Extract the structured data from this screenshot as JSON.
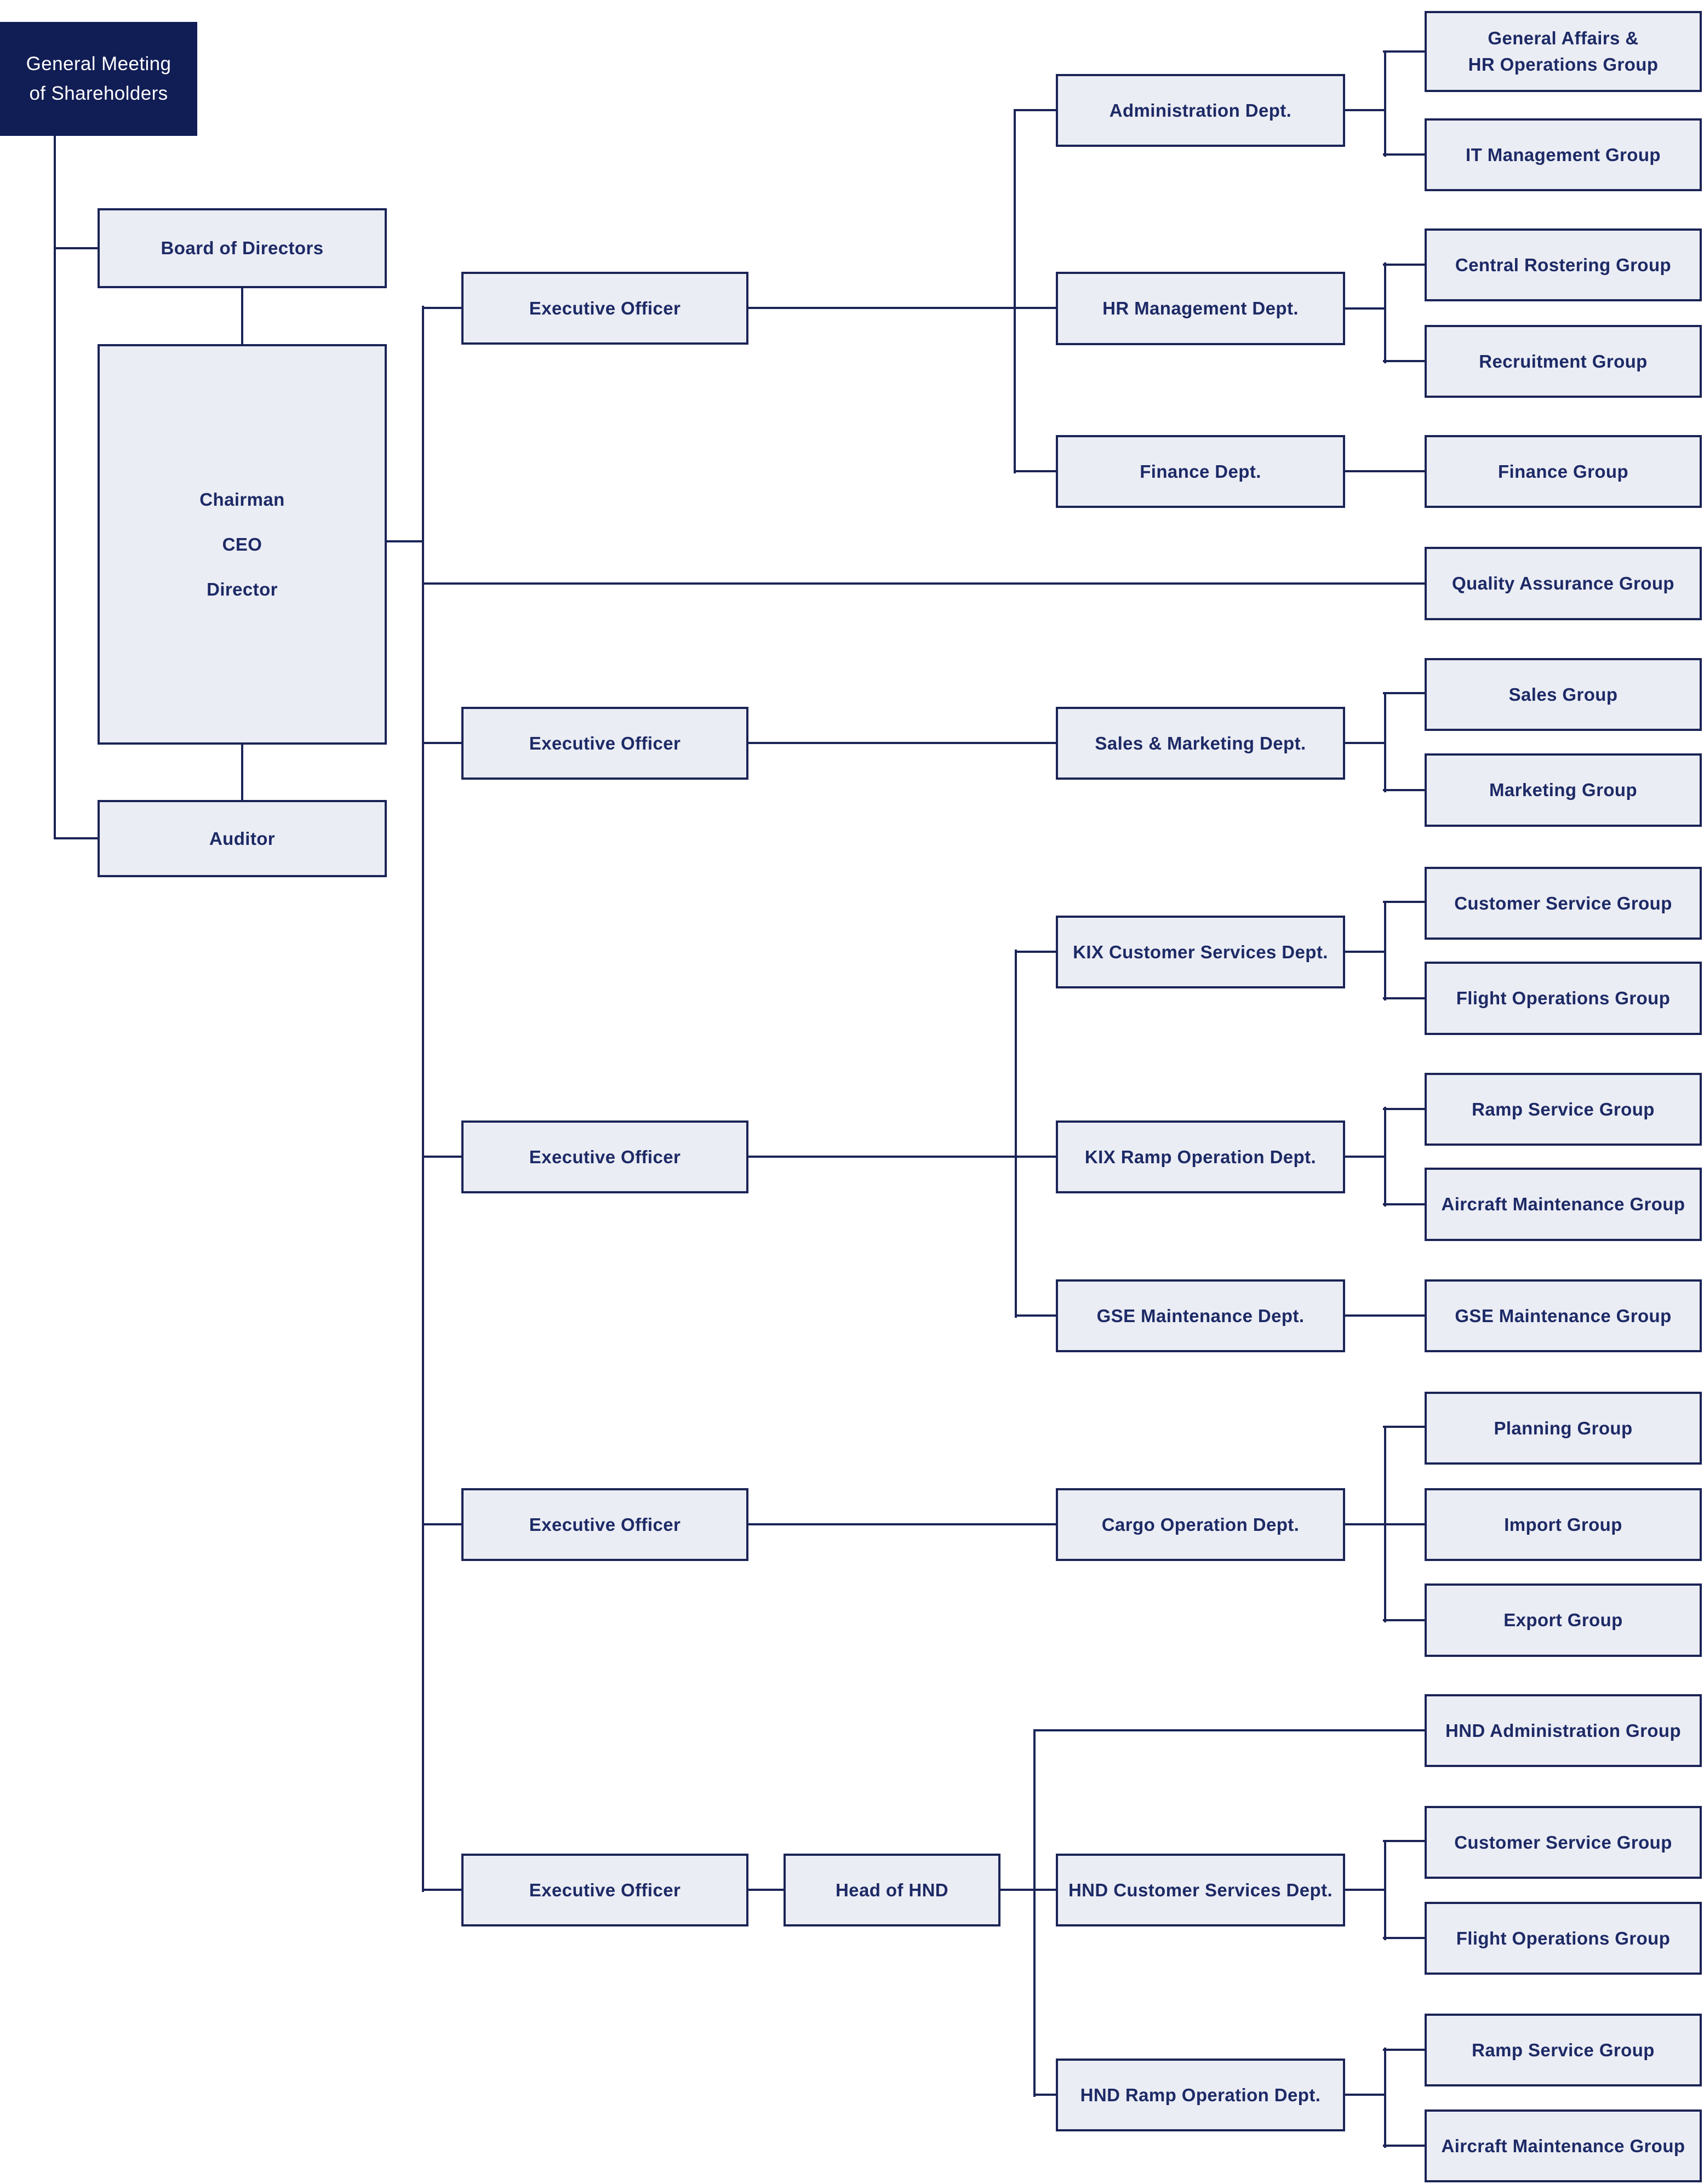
{
  "diagram": {
    "type": "org-chart",
    "colors": {
      "background": "#ffffff",
      "primary_navy_fill": "#111d55",
      "box_fill": "#ebedf4",
      "box_border": "#1b2456",
      "connector_line": "#1b2456",
      "box_text": "#1d2a66",
      "text_on_navy": "#ffffff"
    },
    "nodes": {
      "gms": {
        "label": "General Meeting\nof Shareholders"
      },
      "board": {
        "label": "Board of Directors"
      },
      "chairman": {
        "label": "Chairman\nCEO\nDirector"
      },
      "auditor": {
        "label": "Auditor"
      },
      "eo1": {
        "label": "Executive Officer"
      },
      "eo2": {
        "label": "Executive Officer"
      },
      "eo3": {
        "label": "Executive Officer"
      },
      "eo4": {
        "label": "Executive Officer"
      },
      "eo5": {
        "label": "Executive Officer"
      },
      "head_of_hnd": {
        "label": "Head of HND"
      },
      "dept_admin": {
        "label": "Administration Dept."
      },
      "dept_hr": {
        "label": "HR Management Dept."
      },
      "dept_finance": {
        "label": "Finance Dept."
      },
      "dept_sales_marketing": {
        "label": "Sales & Marketing Dept."
      },
      "dept_kix_customer": {
        "label": "KIX Customer Services Dept."
      },
      "dept_kix_ramp": {
        "label": "KIX Ramp Operation Dept."
      },
      "dept_gse": {
        "label": "GSE Maintenance Dept."
      },
      "dept_cargo": {
        "label": "Cargo Operation Dept."
      },
      "dept_hnd_customer": {
        "label": "HND Customer Services Dept."
      },
      "dept_hnd_ramp": {
        "label": "HND Ramp Operation Dept."
      },
      "grp_general_affairs_hr": {
        "label": "General Affairs &\nHR Operations Group"
      },
      "grp_it": {
        "label": "IT Management Group"
      },
      "grp_central_rostering": {
        "label": "Central Rostering Group"
      },
      "grp_recruitment": {
        "label": "Recruitment Group"
      },
      "grp_finance": {
        "label": "Finance Group"
      },
      "grp_quality_assurance": {
        "label": "Quality Assurance Group"
      },
      "grp_sales": {
        "label": "Sales Group"
      },
      "grp_marketing": {
        "label": "Marketing Group"
      },
      "grp_kix_customer_service": {
        "label": "Customer Service Group"
      },
      "grp_kix_flight_ops": {
        "label": "Flight Operations Group"
      },
      "grp_kix_ramp_service": {
        "label": "Ramp Service Group"
      },
      "grp_kix_aircraft_maint": {
        "label": "Aircraft Maintenance Group"
      },
      "grp_gse": {
        "label": "GSE Maintenance Group"
      },
      "grp_planning": {
        "label": "Planning Group"
      },
      "grp_import": {
        "label": "Import Group"
      },
      "grp_export": {
        "label": "Export Group"
      },
      "grp_hnd_admin": {
        "label": "HND Administration Group"
      },
      "grp_hnd_customer_service": {
        "label": "Customer Service Group"
      },
      "grp_hnd_flight_ops": {
        "label": "Flight Operations Group"
      },
      "grp_hnd_ramp_service": {
        "label": "Ramp Service Group"
      },
      "grp_hnd_aircraft_maint": {
        "label": "Aircraft Maintenance Group"
      }
    },
    "edges": [
      [
        "gms",
        "board"
      ],
      [
        "gms",
        "auditor"
      ],
      [
        "board",
        "chairman"
      ],
      [
        "chairman",
        "auditor"
      ],
      [
        "chairman",
        "eo1"
      ],
      [
        "chairman",
        "eo2"
      ],
      [
        "chairman",
        "eo3"
      ],
      [
        "chairman",
        "eo4"
      ],
      [
        "chairman",
        "eo5"
      ],
      [
        "chairman",
        "grp_quality_assurance"
      ],
      [
        "eo1",
        "dept_admin"
      ],
      [
        "eo1",
        "dept_hr"
      ],
      [
        "eo1",
        "dept_finance"
      ],
      [
        "eo2",
        "dept_sales_marketing"
      ],
      [
        "eo3",
        "dept_kix_customer"
      ],
      [
        "eo3",
        "dept_kix_ramp"
      ],
      [
        "eo3",
        "dept_gse"
      ],
      [
        "eo4",
        "dept_cargo"
      ],
      [
        "eo5",
        "head_of_hnd"
      ],
      [
        "head_of_hnd",
        "grp_hnd_admin"
      ],
      [
        "head_of_hnd",
        "dept_hnd_customer"
      ],
      [
        "head_of_hnd",
        "dept_hnd_ramp"
      ],
      [
        "dept_admin",
        "grp_general_affairs_hr"
      ],
      [
        "dept_admin",
        "grp_it"
      ],
      [
        "dept_hr",
        "grp_central_rostering"
      ],
      [
        "dept_hr",
        "grp_recruitment"
      ],
      [
        "dept_finance",
        "grp_finance"
      ],
      [
        "dept_sales_marketing",
        "grp_sales"
      ],
      [
        "dept_sales_marketing",
        "grp_marketing"
      ],
      [
        "dept_kix_customer",
        "grp_kix_customer_service"
      ],
      [
        "dept_kix_customer",
        "grp_kix_flight_ops"
      ],
      [
        "dept_kix_ramp",
        "grp_kix_ramp_service"
      ],
      [
        "dept_kix_ramp",
        "grp_kix_aircraft_maint"
      ],
      [
        "dept_gse",
        "grp_gse"
      ],
      [
        "dept_cargo",
        "grp_planning"
      ],
      [
        "dept_cargo",
        "grp_import"
      ],
      [
        "dept_cargo",
        "grp_export"
      ],
      [
        "dept_hnd_customer",
        "grp_hnd_customer_service"
      ],
      [
        "dept_hnd_customer",
        "grp_hnd_flight_ops"
      ],
      [
        "dept_hnd_ramp",
        "grp_hnd_ramp_service"
      ],
      [
        "dept_hnd_ramp",
        "grp_hnd_aircraft_maint"
      ]
    ]
  }
}
